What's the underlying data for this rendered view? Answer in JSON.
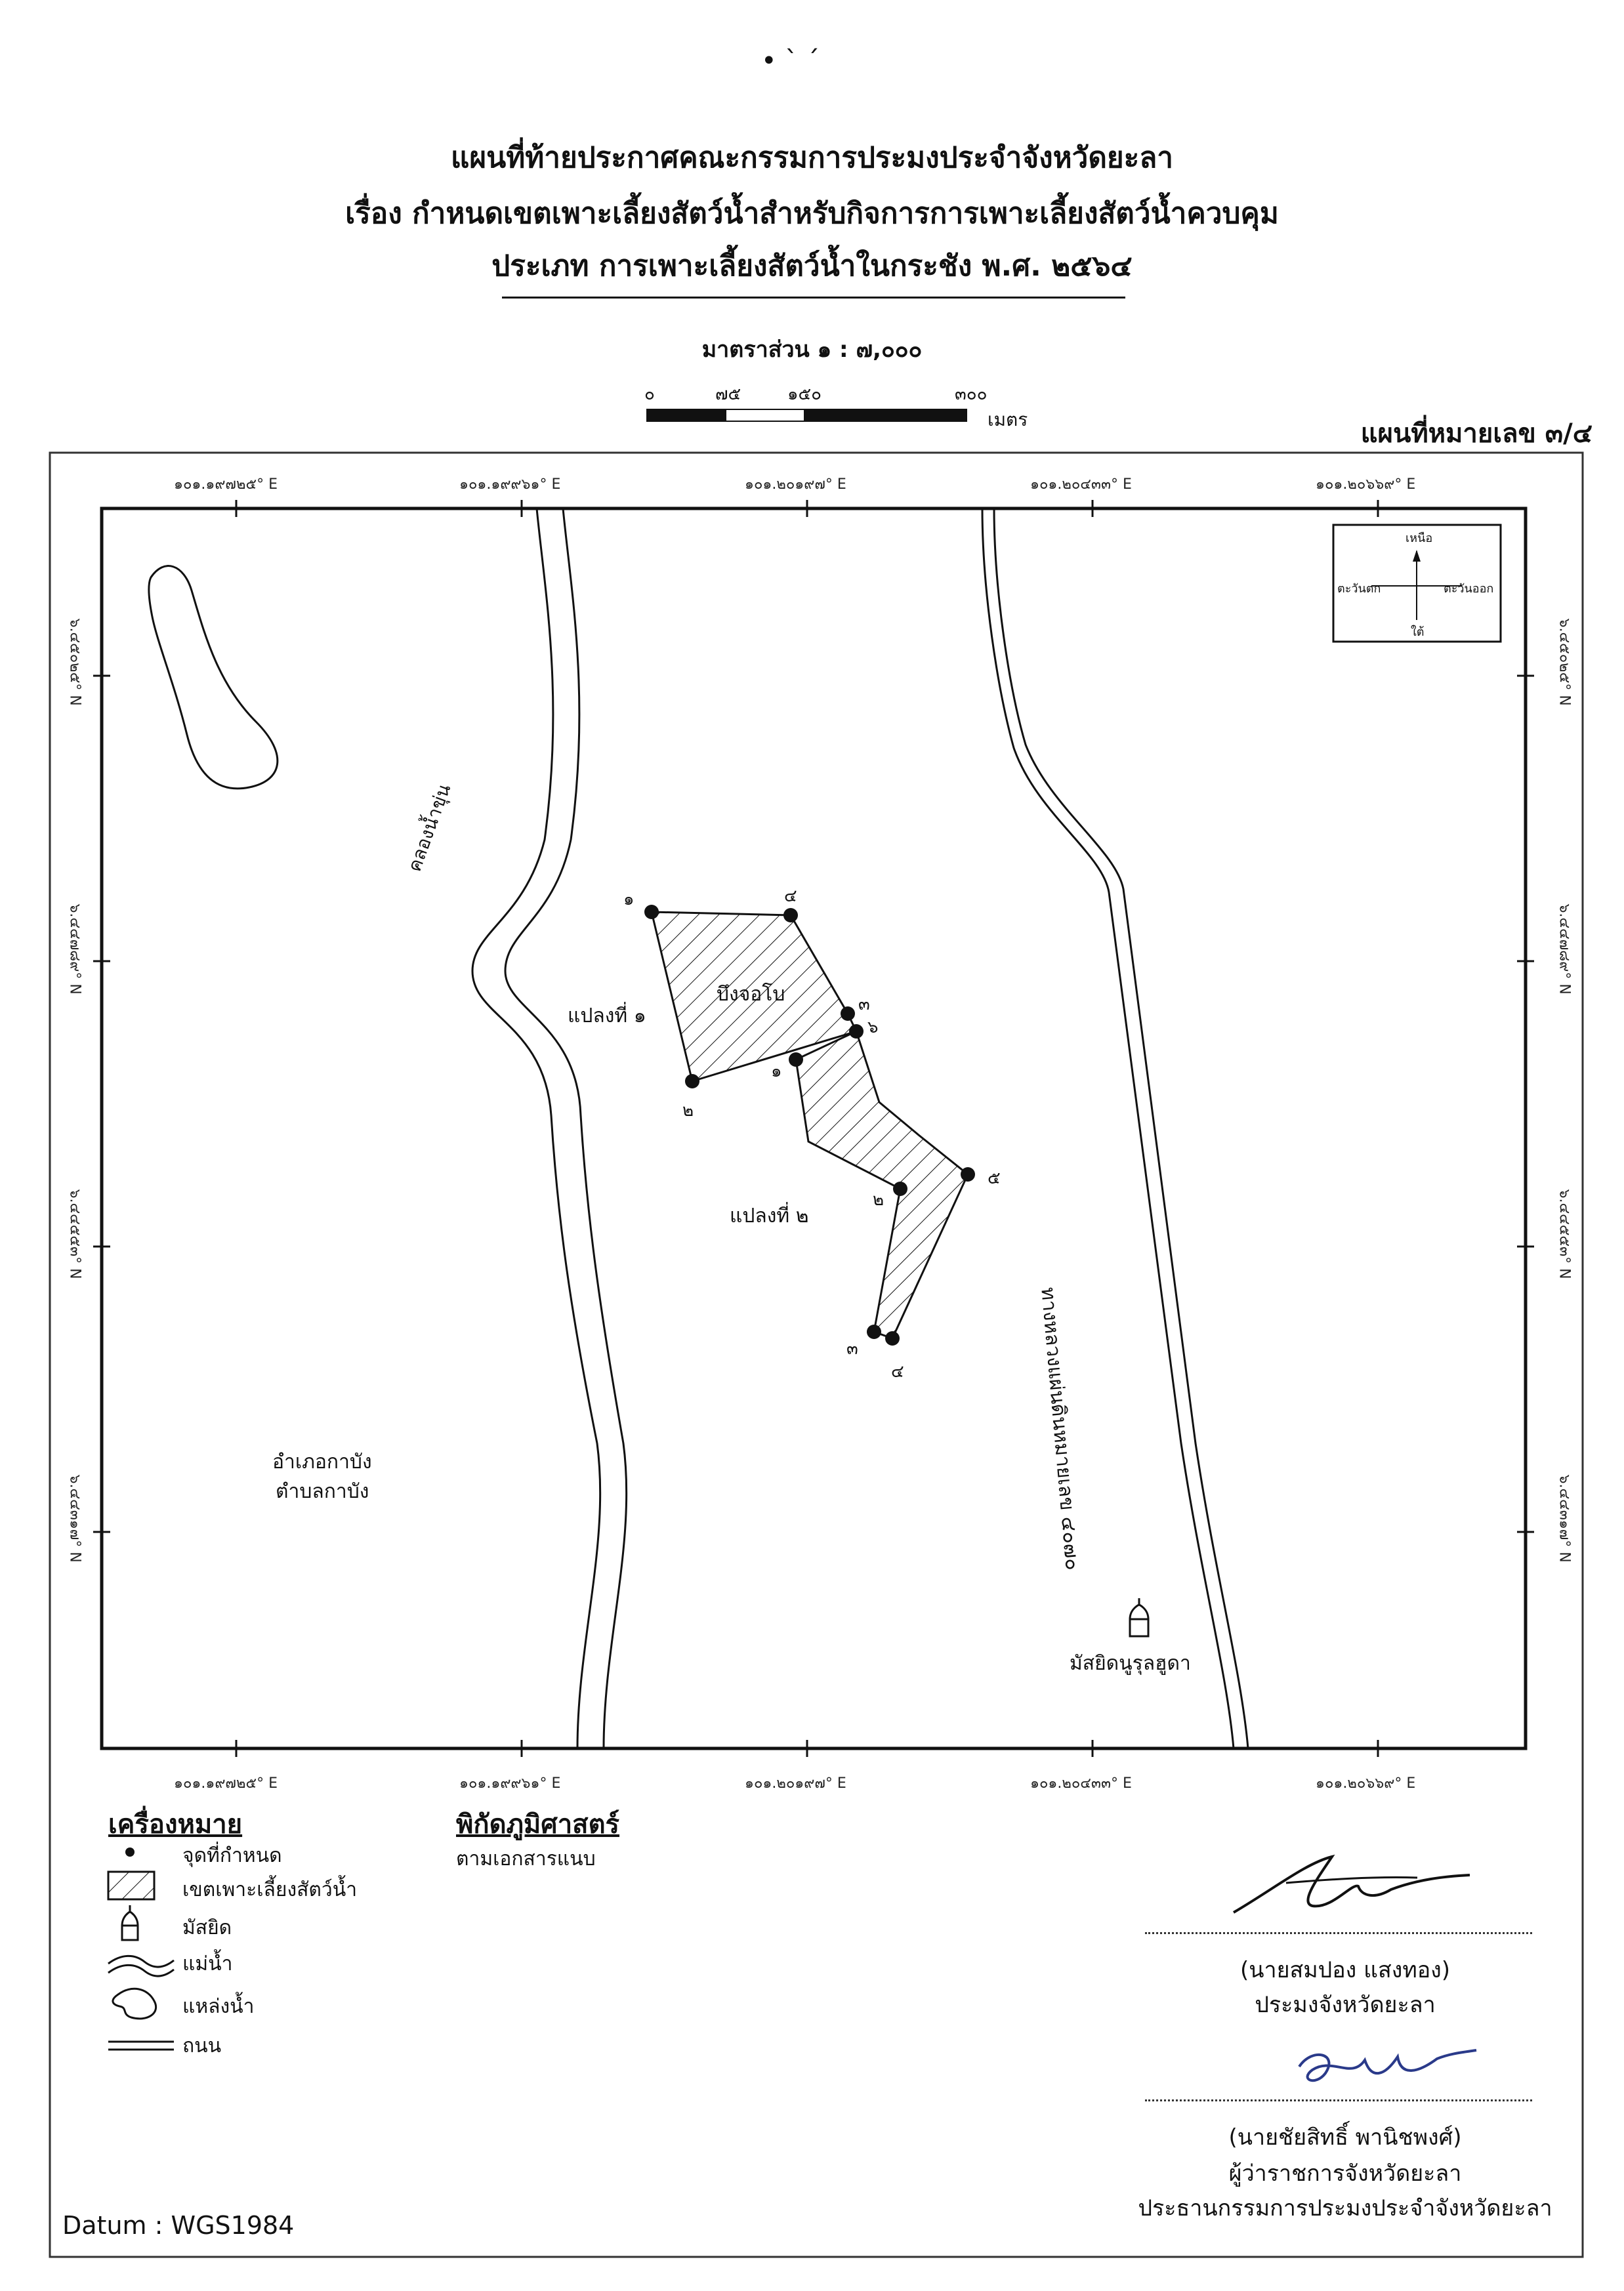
{
  "header_marks": "• ˋ ˊ",
  "title_lines": [
    "แผนที่ท้ายประกาศคณะกรรมการประมงประจำจังหวัดยะลา",
    "เรื่อง กำหนดเขตเพาะเลี้ยงสัตว์น้ำสำหรับกิจการการเพาะเลี้ยงสัตว์น้ำควบคุม",
    "ประเภท การเพาะเลี้ยงสัตว์น้ำในกระชัง พ.ศ. ๒๕๖๔"
  ],
  "scale": {
    "text": "มาตราส่วน ๑ : ๗,๐๐๐",
    "bar_labels": [
      "๐",
      "๗๕",
      "๑๕๐",
      "๓๐๐"
    ],
    "unit": "เมตร"
  },
  "map_number": "แผนที่หมายเลข ๓/๔",
  "lon_ticks": [
    "๑๐๑.๑๙๗๒๕° E",
    "๑๐๑.๑๙๙๖๑° E",
    "๑๐๑.๒๐๑๙๗° E",
    "๑๐๑.๒๐๔๓๓° E",
    "๑๐๑.๒๐๖๖๙° E"
  ],
  "lat_ticks": [
    "๖.๔๕๐๒๕° N",
    "๖.๔๔๗๘๙° N",
    "๖.๔๔๕๕๓° N",
    "๖.๔๔๓๑๗° N"
  ],
  "compass": {
    "north": "เหนือ",
    "south": "ใต้",
    "east": "ตะวันออก",
    "west": "ตะวันตก"
  },
  "map_labels": {
    "canal": "คลองน้ำขุ่น",
    "pond": "บึงจอโบ",
    "plot1": "แปลงที่ ๑",
    "plot2": "แปลงที่ ๒",
    "highway": "ทางหลวงแผ่นดินหมายเลข ๔๐๗๐",
    "district": "อำเภอกาบัง",
    "subdistrict": "ตำบลกาบัง",
    "mosque": "มัสยิดนูรุลฮูดา"
  },
  "points": {
    "p1": [
      "๑",
      "๒",
      "๓",
      "๔"
    ],
    "p2": [
      "๑",
      "๒",
      "๓",
      "๔",
      "๕",
      "๖"
    ]
  },
  "legend": {
    "title": "เครื่องหมาย",
    "items": [
      "จุดที่กำหนด",
      "เขตเพาะเลี้ยงสัตว์น้ำ",
      "มัสยิด",
      "แม่น้ำ",
      "แหล่งน้ำ",
      "ถนน"
    ]
  },
  "geo": {
    "title": "พิกัดภูมิศาสตร์",
    "text": "ตามเอกสารแนบ"
  },
  "signatures": [
    {
      "name": "(นายสมปอง แสงทอง)",
      "position": "ประมงจังหวัดยะลา"
    },
    {
      "name": "(นายชัยสิทธิ์ พานิชพงศ์)",
      "position": "ผู้ว่าราชการจังหวัดยะลา",
      "position2": "ประธานกรรมการประมงประจำจังหวัดยะลา"
    }
  ],
  "datum": "Datum : WGS1984"
}
